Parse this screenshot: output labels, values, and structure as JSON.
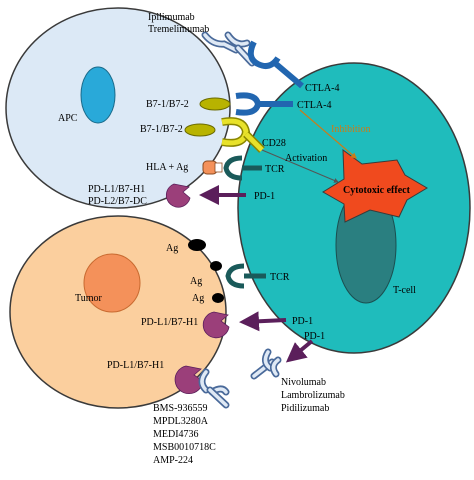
{
  "cells": {
    "apc": "APC",
    "tcell": "T-cell",
    "tumor": "Tumor"
  },
  "antibodies_top": [
    "Ipilimumab",
    "Tremelimumab"
  ],
  "antibodies_pd1": [
    "Nivolumab",
    "Lambrolizumab",
    "Pidilizumab"
  ],
  "antibodies_pdl1": [
    "BMS-936559",
    "MPDL3280A",
    "MEDI4736",
    "MSB0010718C",
    "AMP-224"
  ],
  "apc_labels": {
    "b7_1": "B7-1/B7-2",
    "b7_2": "B7-1/B7-2",
    "hla": "HLA + Ag",
    "pdl": "PD-L1/B7-H1",
    "pdl2": "PD-L2/B7-DC"
  },
  "tcell_labels": {
    "ctla4_top": "CTLA-4",
    "ctla4": "CTLA-4",
    "cd28": "CD28",
    "activation": "Activation",
    "inhibition": "Inhibition",
    "tcr1": "TCR",
    "pd1_1": "PD-1",
    "cytotoxic": "Cytotoxic effect"
  },
  "tumor_labels": {
    "ag1": "Ag",
    "ag2": "Ag",
    "ag3": "Ag",
    "tcr2": "TCR",
    "pdl_a": "PD-L1/B7-H1",
    "pd1_2": "PD-1",
    "pd1_3": "PD-1",
    "pdl_b": "PD-L1/B7-H1"
  },
  "colors": {
    "apc_fill": "#dce9f6",
    "apc_nucleus": "#29a9d9",
    "tcell_fill": "#1fbcbc",
    "tcell_nucleus": "#2a7f80",
    "tumor_fill": "#fbcf9e",
    "tumor_nucleus": "#f4915a",
    "cytotoxic_fill": "#f04a1e",
    "inhibition": "#c87d1a",
    "arrow_dark": "#5b1f5b",
    "antibody_stroke": "#4a6a9a",
    "antibody_fill": "#dfe9f5",
    "ctla4_blue": "#2266b0",
    "b7_olive": "#b8b300",
    "cd28_yellow": "#e8e22a",
    "tcr_teal": "#1a5a5a",
    "hla_orange": "#f4915a",
    "pdl_purple": "#9b3f7a"
  }
}
